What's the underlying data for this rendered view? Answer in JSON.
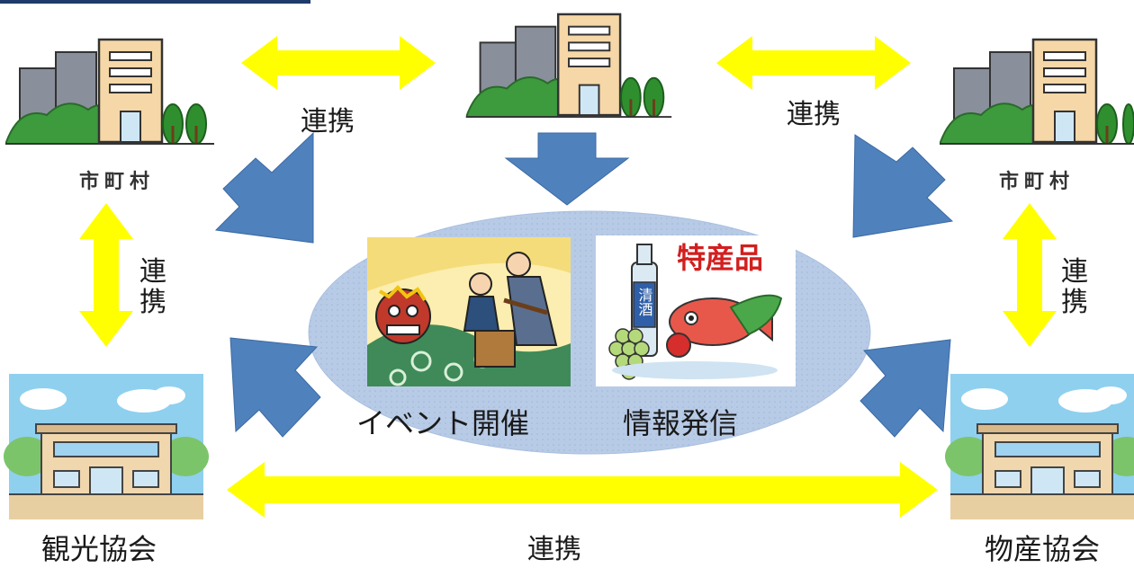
{
  "links": {
    "top_left": "連携",
    "top_right": "連携",
    "left_vertical": "連携",
    "right_vertical": "連携",
    "bottom": "連携"
  },
  "nodes": {
    "municipality_left": "市町村",
    "municipality_right": "市町村",
    "tourism_association": "観光協会",
    "products_association": "物産協会"
  },
  "center": {
    "event_caption": "イベント開催",
    "info_caption": "情報発信",
    "specialty_sign": "特産品",
    "sake_label": "清酒"
  },
  "colors": {
    "link_arrow": "#ffff00",
    "flow_arrow": "#4f81bd",
    "ellipse": "#b4c7e7"
  }
}
